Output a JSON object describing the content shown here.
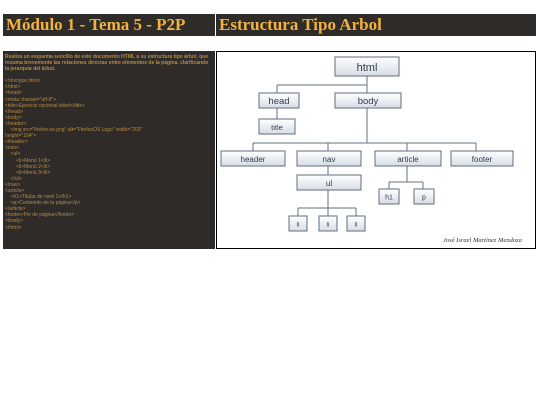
{
  "header": {
    "left_title": "Módulo 1 - Tema 5 - P2P",
    "right_title": "Estructura Tipo Arbol"
  },
  "exercise": {
    "intro": "Realiza un esquema sencillo de este documento HTML a su estructura tipo árbol, que resuma brevemente las relaciones directas entre elementos de la página, clarificando la jerarquía del árbol.",
    "code_lines": [
      "<!doctype html>",
      "<html>",
      "<head>",
      "<meta charset=\"utf-8\">",
      "<title>Ejercicio opcional árbol</title>",
      "</head>",
      "<body>",
      "<header>",
      "    <img src=\"firefox-os.png\" alt=\"FirefoxOS Logo\" width=\"200\"",
      "height=\"164\">",
      "</header>",
      "<nav>",
      "    <ul>",
      "        <li>Menú 1</li>",
      "        <li>Menú 2</li>",
      "        <li>Menú 3</li>",
      "    </ul>",
      "</nav>",
      "<article>",
      "    <h1>Titular de nivel 1</h1>",
      "    <p>Contenido de la página</p>",
      "</article>",
      "<footer>Pie de página</footer>",
      "</body>",
      "</html>"
    ]
  },
  "tree": {
    "html": "html",
    "head": "head",
    "body": "body",
    "title": "title",
    "header": "header",
    "nav": "nav",
    "article": "article",
    "footer": "footer",
    "ul": "ul",
    "h1": "h1",
    "p": "p",
    "li": [
      "li",
      "li",
      "li"
    ]
  },
  "signature": "José Israel Martínez Mendoza"
}
